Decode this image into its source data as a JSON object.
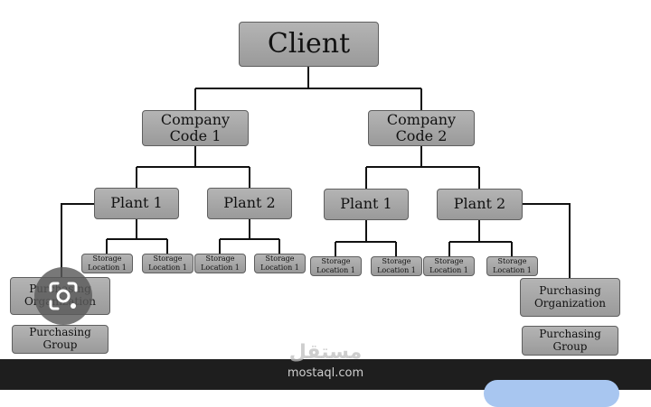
{
  "diagram": {
    "root": "Client",
    "company_codes": [
      "Company\nCode 1",
      "Company\nCode 2"
    ],
    "plants": [
      "Plant 1",
      "Plant 2",
      "Plant 1",
      "Plant 2"
    ],
    "storage_location_label": "Storage\nLocation 1",
    "storage_location_count": 8,
    "purchasing_organization": "Purchasing\nOrganization",
    "purchasing_group": "Purchasing\nGroup"
  },
  "watermark": {
    "arabic": "مستقل",
    "site": "mostaql.com"
  },
  "colors": {
    "box": "#a7a7a7",
    "line": "#111111",
    "footer": "#1e1e1e",
    "pill": "#a8c6f0"
  },
  "icons": [
    "google-lens-icon"
  ]
}
